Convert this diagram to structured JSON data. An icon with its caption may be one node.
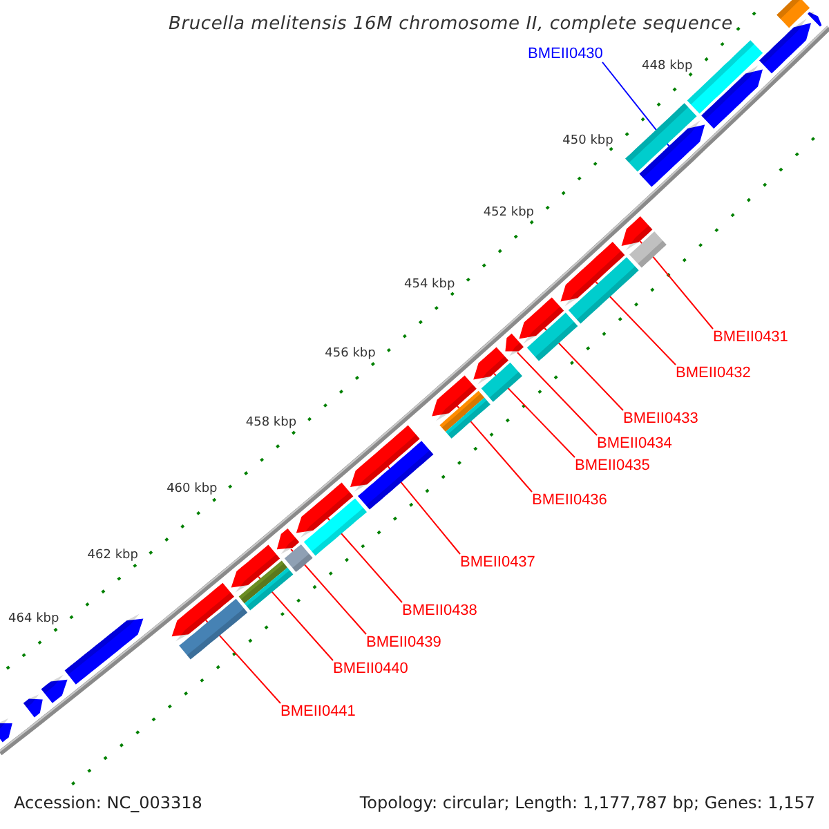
{
  "diagram": {
    "title": "Brucella melitensis 16M chromosome II, complete sequence",
    "nodes": [
      {
        "text": [
          "BMEII0430"
        ]
      },
      {
        "text": [
          "BMEII0431"
        ]
      },
      {
        "text": [
          "BMEII0432"
        ]
      },
      {
        "text": [
          "BMEII0433"
        ]
      },
      {
        "text": [
          "BMEII0434"
        ]
      },
      {
        "text": [
          "BMEII0435"
        ]
      },
      {
        "text": [
          "BMEII0436"
        ]
      },
      {
        "text": [
          "BMEII0437"
        ]
      },
      {
        "text": [
          "BMEII0438"
        ]
      },
      {
        "text": [
          "BMEII0439"
        ]
      },
      {
        "text": [
          "BMEII0440"
        ]
      },
      {
        "text": [
          "BMEII0441"
        ]
      },
      {
        "text": [],
        "shape": "arrow"
      },
      {
        "text": [],
        "shape": "arrow"
      },
      {
        "text": [],
        "shape": "arrow"
      },
      {
        "text": [],
        "shape": "arrow"
      },
      {
        "text": [],
        "shape": "arrow"
      },
      {
        "text": [],
        "shape": "arrow"
      },
      {
        "text": [],
        "shape": "arrow"
      },
      {
        "text": [],
        "shape": "arrow"
      },
      {
        "text": [],
        "shape": "arrow"
      },
      {
        "text": [],
        "shape": "arrow"
      },
      {
        "text": [],
        "shape": "arrow"
      },
      {
        "text": [],
        "shape": "arrow"
      },
      {
        "text": [],
        "shape": "arrow"
      }
    ],
    "edges": [
      {
        "from": 0,
        "to": 12,
        "arrow": "none",
        "color": "#0000ff"
      },
      {
        "from": 1,
        "to": 13,
        "arrow": "none"
      },
      {
        "from": 2,
        "to": 14,
        "arrow": "none"
      },
      {
        "from": 3,
        "to": 15,
        "arrow": "none"
      },
      {
        "from": 4,
        "to": 16,
        "arrow": "none"
      },
      {
        "from": 5,
        "to": 17,
        "arrow": "none"
      },
      {
        "from": 6,
        "to": 18,
        "arrow": "none"
      },
      {
        "from": 7,
        "to": 19,
        "arrow": "none"
      },
      {
        "from": 8,
        "to": 20,
        "arrow": "none"
      },
      {
        "from": 9,
        "to": 21,
        "arrow": "none"
      },
      {
        "from": 10,
        "to": 22,
        "arrow": "none"
      },
      {
        "from": 11,
        "to": 23,
        "arrow": "none"
      }
    ],
    "labels": [
      "448 kbp",
      "450 kbp",
      "452 kbp",
      "454 kbp",
      "456 kbp",
      "458 kbp",
      "460 kbp",
      "462 kbp",
      "464 kbp",
      "Accession: NC_003318",
      "Topology: circular; Length: 1,177,787 bp; Genes: 1,157"
    ]
  }
}
